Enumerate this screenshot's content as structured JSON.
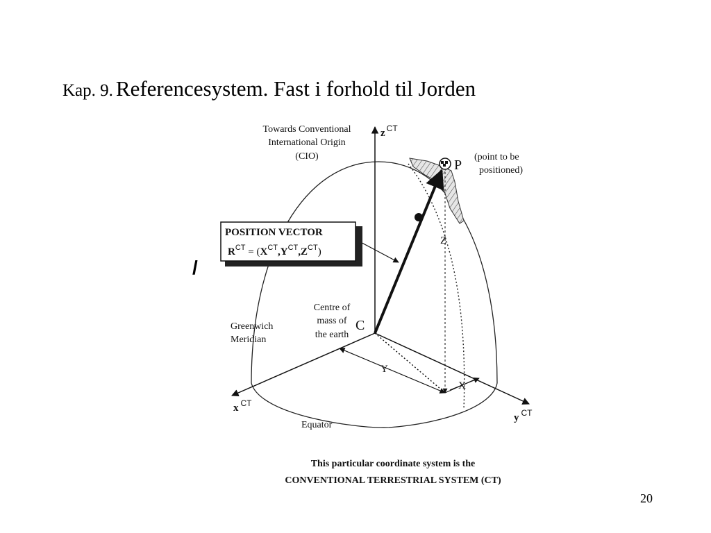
{
  "title": {
    "prefix": "Kap. 9.",
    "main": "Referencesystem. Fast i forhold til Jorden"
  },
  "slash": "/",
  "page_number": "20",
  "diagram": {
    "cio_label": [
      "Towards Conventional",
      "International Origin",
      "(CIO)"
    ],
    "z_axis": {
      "letter": "z",
      "sup": "CT"
    },
    "x_axis": {
      "letter": "x",
      "sup": "CT"
    },
    "y_axis": {
      "letter": "y",
      "sup": "CT"
    },
    "point_label": "P",
    "point_note": [
      "(point to be",
      "positioned)"
    ],
    "vector_box": {
      "title": "POSITION VECTOR",
      "formula": {
        "R": "R",
        "X": "X",
        "Y": "Y",
        "Z": "Z",
        "sup": "CT"
      }
    },
    "centre_label": [
      "Centre of",
      "mass of",
      "the earth"
    ],
    "c_label": "C",
    "greenwich_label": [
      "Greenwich",
      "Meridian"
    ],
    "component_z": "Z",
    "component_y": "Y",
    "component_x": "X",
    "equator_label": "Equator",
    "caption": [
      "This particular coordinate system is the",
      "CONVENTIONAL TERRESTRIAL SYSTEM (CT)"
    ]
  }
}
